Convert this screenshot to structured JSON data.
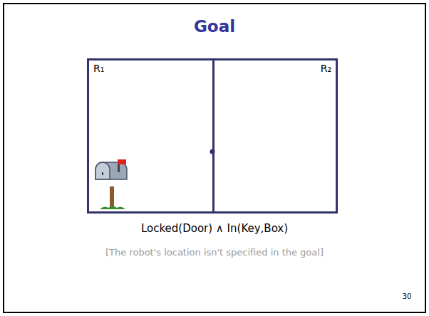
{
  "diagram": {
    "title": "Goal",
    "nodes": [
      {
        "text": [
          "R₁"
        ]
      },
      {
        "text": [
          "R₂"
        ]
      }
    ],
    "labels": [
      "Locked(Door) ∧ In(Key,Box)",
      "[The robot's location isn't specified in the goal]",
      "30"
    ]
  }
}
